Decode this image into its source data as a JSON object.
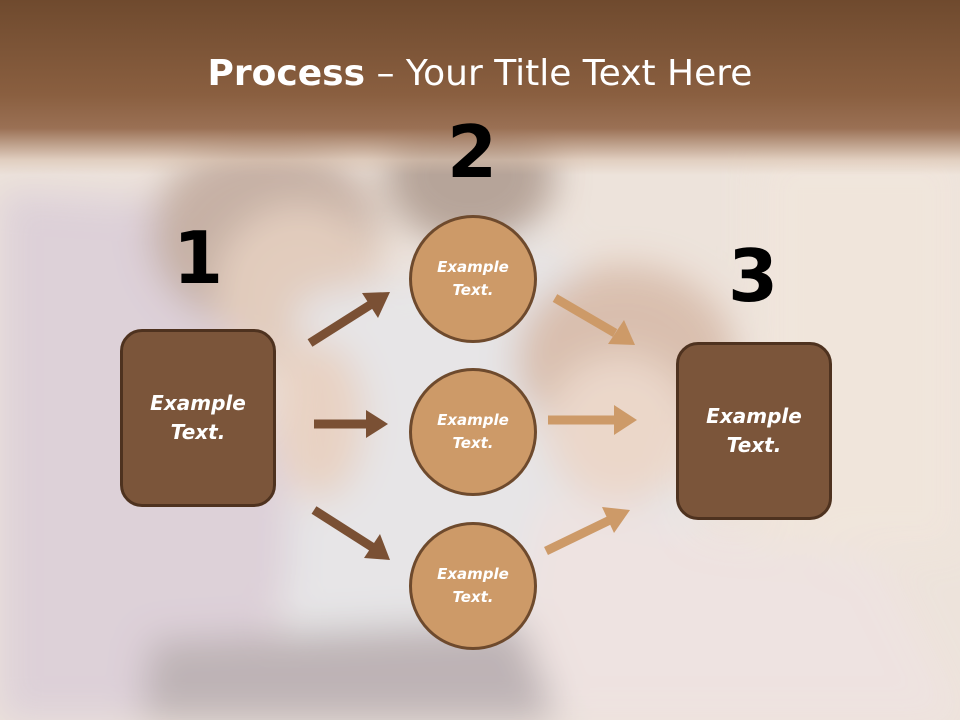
{
  "title": {
    "bold": "Process",
    "rest": " – Your Title Text Here"
  },
  "steps": {
    "one": "1",
    "two": "2",
    "three": "3"
  },
  "left_box": {
    "line1": "Example",
    "line2": "Text."
  },
  "right_box": {
    "line1": "Example",
    "line2": "Text."
  },
  "circles": [
    {
      "line1": "Example",
      "line2": "Text."
    },
    {
      "line1": "Example",
      "line2": "Text."
    },
    {
      "line1": "Example",
      "line2": "Text."
    }
  ],
  "colors": {
    "title_band": "#7a5034",
    "box_fill": "#7b553a",
    "circle_fill": "#cd9a68",
    "arrow_dark": "#7a5034",
    "arrow_light": "#cd9a68"
  }
}
